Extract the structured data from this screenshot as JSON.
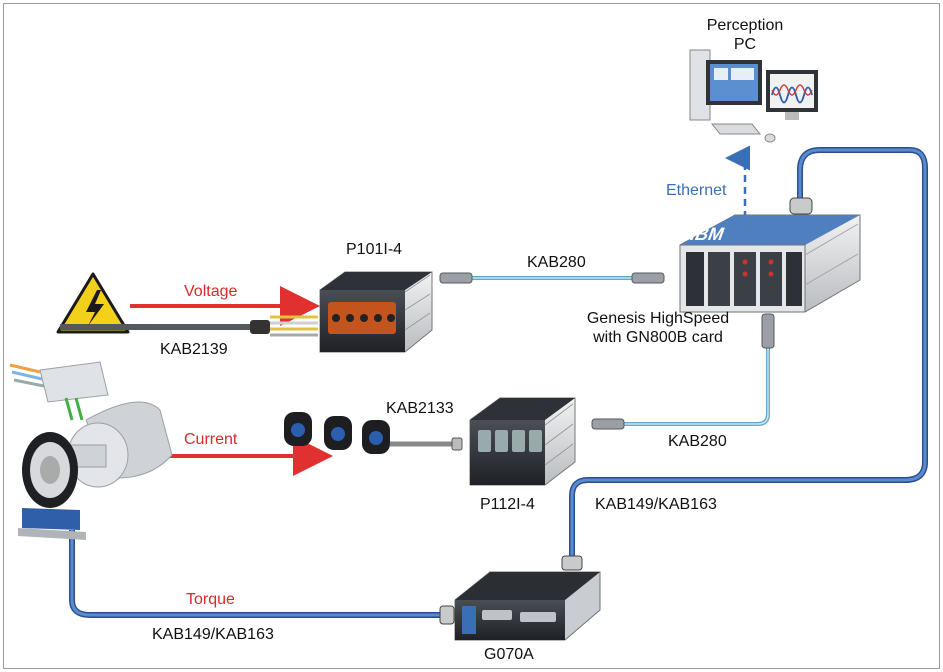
{
  "labels": {
    "perception_pc_line1": "Perception",
    "perception_pc_line2": "PC",
    "ethernet": "Ethernet",
    "genesis_line1": "Genesis HighSpeed",
    "genesis_line2": "with GN800B card",
    "p101": "P101I-4",
    "kab280_top": "KAB280",
    "voltage": "Voltage",
    "kab2139": "KAB2139",
    "kab2133": "KAB2133",
    "current": "Current",
    "kab280_bottom": "KAB280",
    "p112": "P112I-4",
    "kab149_right": "KAB149/KAB163",
    "torque": "Torque",
    "kab149_bottom": "KAB149/KAB163",
    "g070": "G070A"
  },
  "colors": {
    "signal_arrow": "#e03030",
    "ethernet": "#3a6fb5",
    "fiber_cable": "#7fb8d8",
    "blue_cable": "#3c6eb8",
    "device_dark": "#2a2d33"
  }
}
